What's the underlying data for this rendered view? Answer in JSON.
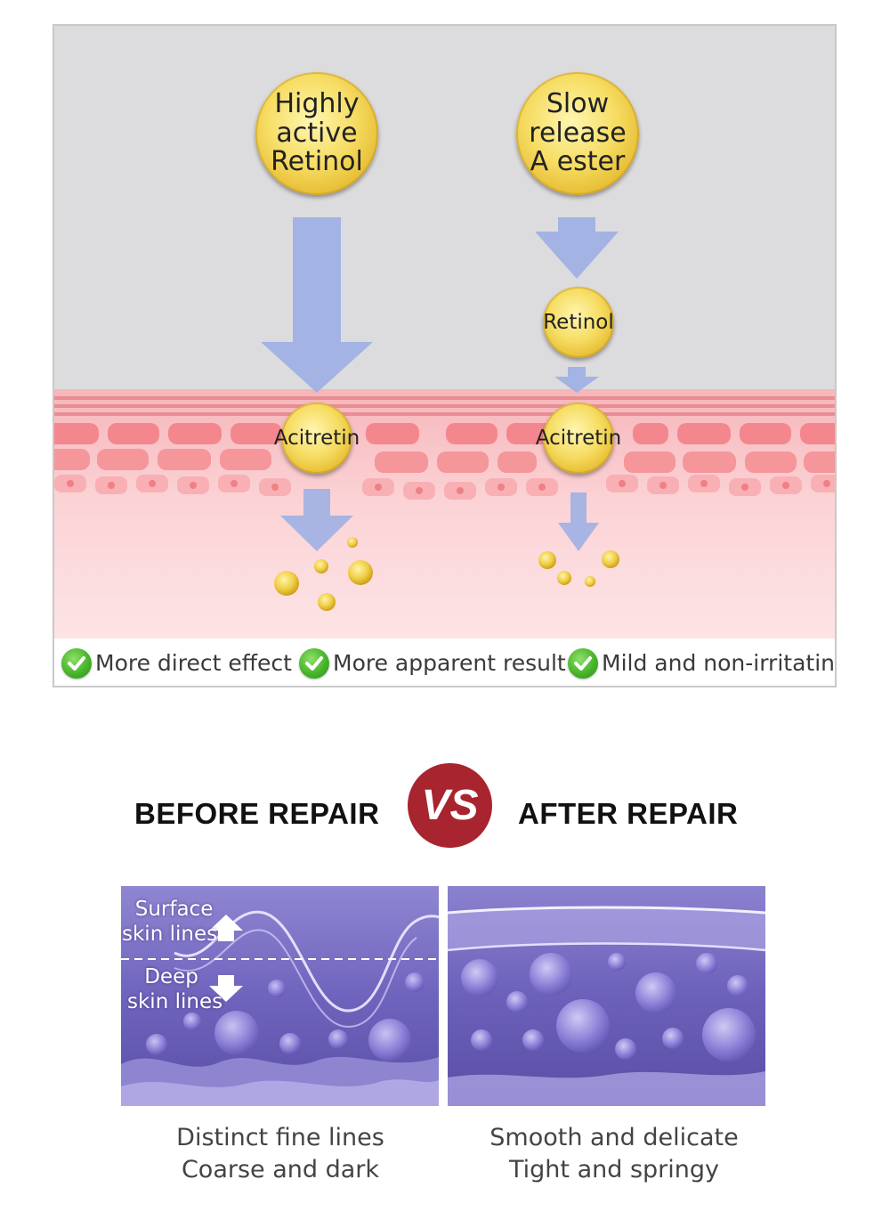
{
  "diagram": {
    "left_source": [
      "Highly",
      "active",
      "Retinol"
    ],
    "right_source": [
      "Slow",
      "release",
      "A ester"
    ],
    "intermediate": "Retinol",
    "left_target": "Acitretin",
    "right_target": "Acitretin",
    "colors": {
      "background": "#dcdcde",
      "skin": "#f7c0c3",
      "arrow": "#9fb0e3",
      "ball": "#f2d24f"
    }
  },
  "benefits": [
    {
      "icon": "check-icon",
      "text": "More direct effect"
    },
    {
      "icon": "check-icon",
      "text": "More apparent result"
    },
    {
      "icon": "check-icon",
      "text": "Mild and non-irritating"
    }
  ],
  "comparison": {
    "before_title": "BEFORE REPAIR",
    "vs_label": "VS",
    "after_title": "AFTER REPAIR",
    "before_labels": {
      "surface_line1": "Surface",
      "surface_line2": "skin lines",
      "deep_line1": "Deep",
      "deep_line2": "skin lines"
    },
    "before_caption": [
      "Distinct fine lines",
      "Coarse and dark"
    ],
    "after_caption": [
      "Smooth and delicate",
      "Tight and springy"
    ],
    "colors": {
      "vs_badge": "#a8242f",
      "image_purple": "#7b70c4"
    }
  }
}
